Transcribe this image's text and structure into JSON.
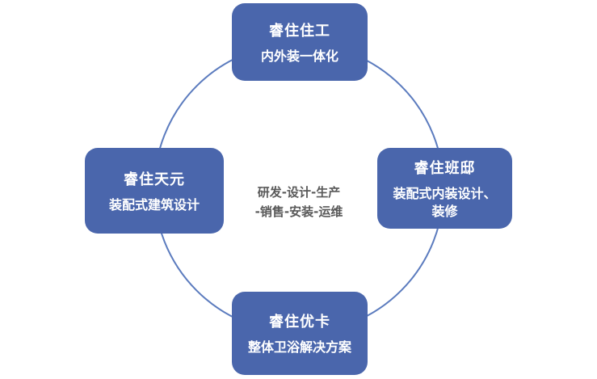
{
  "diagram": {
    "colors": {
      "box_fill": "#4A66AC",
      "circle_line": "#5B7BBE",
      "box_text": "#FFFFFF",
      "center_text": "#595959"
    },
    "nodes": [
      {
        "position": "top",
        "title": "睿住住工",
        "subtitle": "内外装一体化"
      },
      {
        "position": "right",
        "title": "睿住班邸",
        "subtitle": "装配式内装设计、装修"
      },
      {
        "position": "bottom",
        "title": "睿住优卡",
        "subtitle": "整体卫浴解决方案"
      },
      {
        "position": "left",
        "title": "睿住天元",
        "subtitle": "装配式建筑设计"
      }
    ],
    "center_label": {
      "line1": "研发-设计-生产",
      "line2": "-销售-安装-运维"
    }
  }
}
